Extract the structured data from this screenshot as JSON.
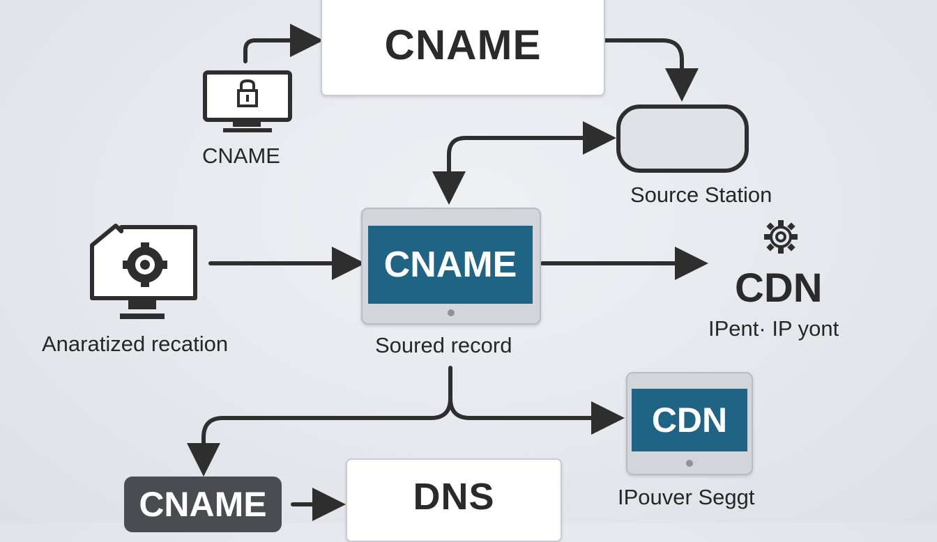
{
  "top_box": {
    "label": "CNAME"
  },
  "monitor_top": {
    "caption": "CNAME",
    "icon": "lock-monitor-icon"
  },
  "source_station": {
    "caption": "Source Station"
  },
  "left_device": {
    "caption": "Anaratized recation",
    "icon": "gear-monitor-icon"
  },
  "center_device": {
    "label": "CNAME",
    "caption": "Soured record"
  },
  "cdn_right": {
    "title": "CDN",
    "caption": "IPent· IP yont",
    "icon": "gear-icon"
  },
  "cdn_device": {
    "label": "CDN",
    "caption": "IPouver Seggt"
  },
  "bottom_pill": {
    "label": "CNAME"
  },
  "dns_box": {
    "label": "DNS"
  },
  "colors": {
    "accent": "#1f6385",
    "arrow": "#2e2e2e",
    "pill": "#4a4c52"
  }
}
